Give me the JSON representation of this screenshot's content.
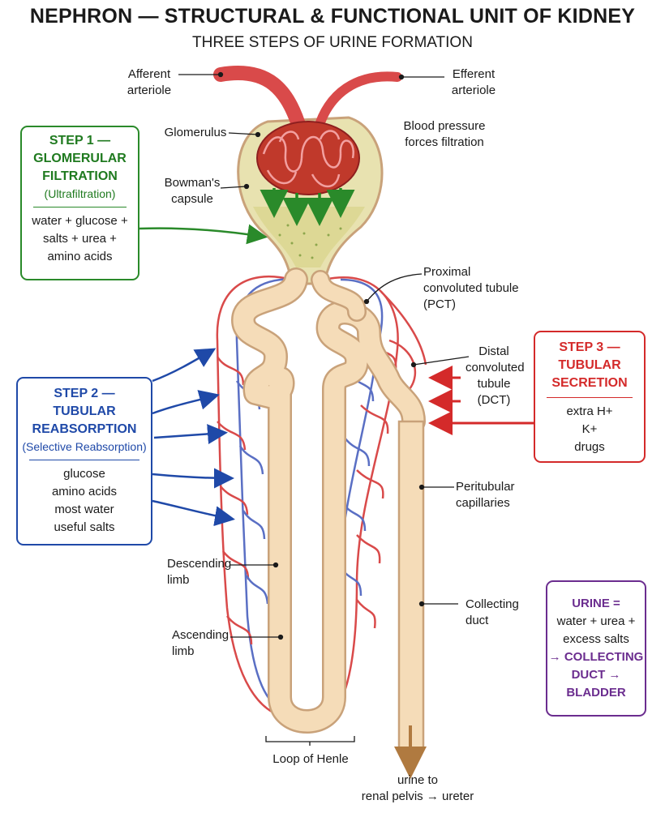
{
  "title": "NEPHRON — STRUCTURAL & FUNCTIONAL UNIT OF KIDNEY",
  "subtitle": "THREE STEPS OF URINE FORMATION",
  "labels": {
    "afferent": "Afferent\narteriole",
    "efferent": "Efferent\narteriole",
    "glomerulus": "Glomerulus",
    "bowmans": "Bowman's\ncapsule",
    "blood_pressure": "Blood pressure\nforces filtration",
    "pct": "Proximal\nconvoluted tubule\n(PCT)",
    "dct": "Distal\nconvoluted\ntubule\n(DCT)",
    "peritubular": "Peritubular\ncapillaries",
    "collecting": "Collecting\nduct",
    "descending": "Descending\nlimb",
    "ascending": "Ascending\nlimb",
    "loop": "Loop of Henle",
    "urine_to": "urine to\nrenal pelvis → ureter"
  },
  "step1": {
    "heading": "STEP 1 —\nGLOMERULAR\nFILTRATION",
    "subheading": "(Ultrafiltration)",
    "items": "water + glucose +\nsalts + urea +\namino acids",
    "color": "#2a8a2a"
  },
  "step2": {
    "heading": "STEP 2 —\nTUBULAR\nREABSORPTION",
    "subheading": "(Selective Reabsorption)",
    "items": "glucose\namino acids\nmost water\nuseful salts",
    "color": "#1f49a8"
  },
  "step3": {
    "heading": "STEP 3 —\nTUBULAR\nSECRETION",
    "items": "extra H+\nK+\ndrugs",
    "color": "#d42a2a"
  },
  "urine": {
    "title": "URINE =",
    "composition": "water + urea +\nexcess salts",
    "destination": "→ COLLECTING\nDUCT →\nBLADDER",
    "color": "#6b2d8f"
  },
  "colors": {
    "tubule": "#f5dcb8",
    "tubule_outline": "#c9a27a",
    "artery": "#d94a4a",
    "vein": "#5a6fc4"
  }
}
